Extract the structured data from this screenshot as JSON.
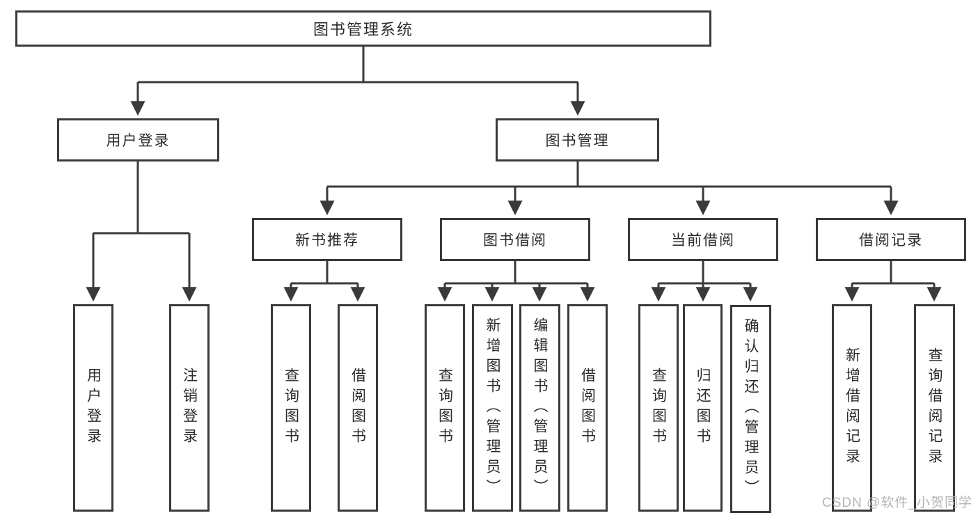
{
  "diagram": {
    "title": "图书管理系统",
    "colors": {
      "line": "#3a3a3a",
      "box_border": "#3a3a3a",
      "box_fill": "#ffffff",
      "text": "#2b2b2b",
      "watermark_text": "#b5b5b5"
    },
    "tree": {
      "label": "图书管理系统",
      "children": [
        {
          "label": "用户登录",
          "children": [
            {
              "label": "用户登录"
            },
            {
              "label": "注销登录"
            }
          ]
        },
        {
          "label": "图书管理",
          "children": [
            {
              "label": "新书推荐",
              "children": [
                {
                  "label": "查询图书"
                },
                {
                  "label": "借阅图书"
                }
              ]
            },
            {
              "label": "图书借阅",
              "children": [
                {
                  "label": "查询图书"
                },
                {
                  "label": "新增图书（管理员）"
                },
                {
                  "label": "编辑图书（管理员）"
                },
                {
                  "label": "借阅图书"
                }
              ]
            },
            {
              "label": "当前借阅",
              "children": [
                {
                  "label": "查询图书"
                },
                {
                  "label": "归还图书"
                },
                {
                  "label": "确认归还（管理员）"
                }
              ]
            },
            {
              "label": "借阅记录",
              "children": [
                {
                  "label": "新增借阅记录"
                },
                {
                  "label": "查询借阅记录"
                }
              ]
            }
          ]
        }
      ]
    }
  },
  "watermark": {
    "text": "CSDN @软件_小贺同学"
  }
}
